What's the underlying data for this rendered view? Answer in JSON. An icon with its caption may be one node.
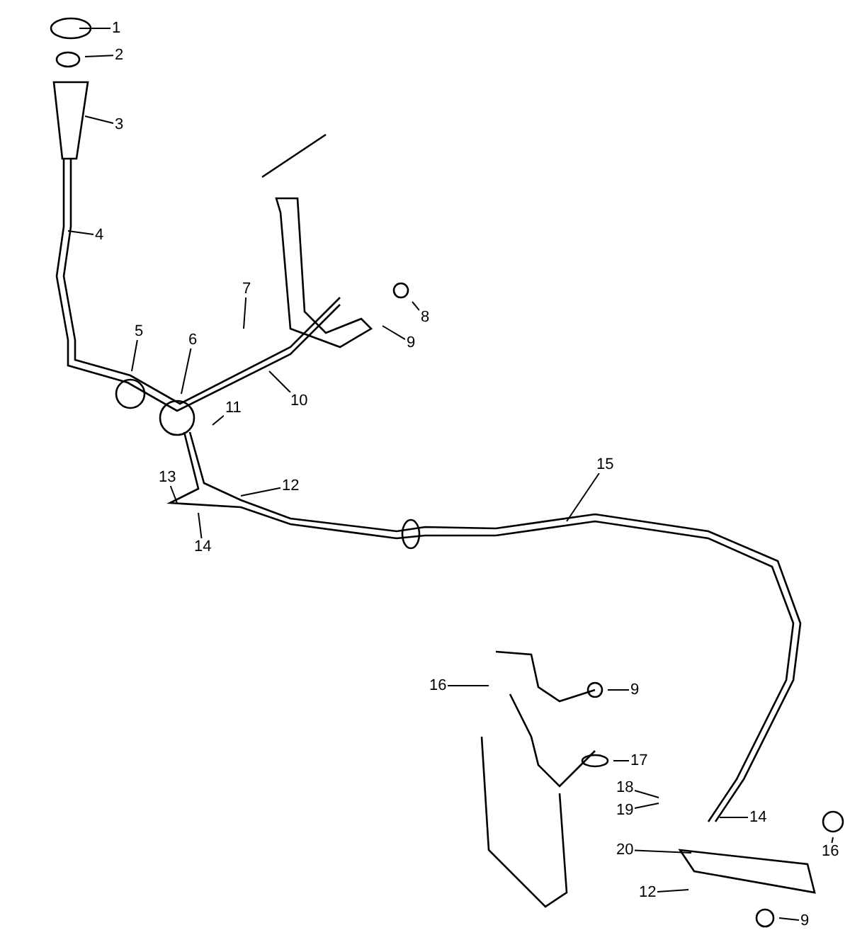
{
  "diagram": {
    "nodes": [
      {
        "text": [
          "1"
        ]
      },
      {
        "text": [
          "2"
        ]
      },
      {
        "text": [
          "3"
        ]
      },
      {
        "text": [
          "4"
        ]
      },
      {
        "text": [
          "5"
        ]
      },
      {
        "text": [
          "6"
        ]
      },
      {
        "text": [
          "7"
        ]
      },
      {
        "text": [
          "8"
        ]
      },
      {
        "text": [
          "9"
        ]
      },
      {
        "text": [
          "10"
        ]
      },
      {
        "text": [
          "11"
        ]
      },
      {
        "text": [
          "12"
        ]
      },
      {
        "text": [
          "13"
        ]
      },
      {
        "text": [
          "14"
        ]
      },
      {
        "text": [
          "15"
        ]
      },
      {
        "text": [
          "16"
        ]
      },
      {
        "text": [
          "9"
        ]
      },
      {
        "text": [
          "17"
        ]
      },
      {
        "text": [
          "18"
        ]
      },
      {
        "text": [
          "19"
        ]
      },
      {
        "text": [
          "14"
        ]
      },
      {
        "text": [
          "16"
        ]
      },
      {
        "text": [
          "20"
        ]
      },
      {
        "text": [
          "12"
        ]
      },
      {
        "text": [
          "9"
        ]
      }
    ],
    "edges": [
      {
        "from": 0,
        "to": null,
        "arrow": "none"
      },
      {
        "from": 1,
        "to": null,
        "arrow": "none"
      },
      {
        "from": 2,
        "to": null,
        "arrow": "none"
      },
      {
        "from": 3,
        "to": null,
        "arrow": "none"
      },
      {
        "from": 4,
        "to": null,
        "arrow": "none"
      },
      {
        "from": 5,
        "to": null,
        "arrow": "none"
      },
      {
        "from": 6,
        "to": null,
        "arrow": "none"
      },
      {
        "from": 7,
        "to": null,
        "arrow": "none"
      },
      {
        "from": 8,
        "to": null,
        "arrow": "none"
      },
      {
        "from": 9,
        "to": null,
        "arrow": "none"
      },
      {
        "from": 10,
        "to": null,
        "arrow": "none"
      },
      {
        "from": 11,
        "to": null,
        "arrow": "none"
      },
      {
        "from": 12,
        "to": null,
        "arrow": "none"
      },
      {
        "from": 13,
        "to": null,
        "arrow": "none"
      },
      {
        "from": 14,
        "to": null,
        "arrow": "none"
      },
      {
        "from": 15,
        "to": null,
        "arrow": "none"
      },
      {
        "from": 16,
        "to": null,
        "arrow": "none"
      },
      {
        "from": 17,
        "to": null,
        "arrow": "none"
      },
      {
        "from": 18,
        "to": null,
        "arrow": "none"
      },
      {
        "from": 19,
        "to": null,
        "arrow": "none"
      },
      {
        "from": 20,
        "to": null,
        "arrow": "none"
      },
      {
        "from": 21,
        "to": null,
        "arrow": "none"
      },
      {
        "from": 22,
        "to": null,
        "arrow": "none"
      },
      {
        "from": 23,
        "to": null,
        "arrow": "none"
      },
      {
        "from": 24,
        "to": null,
        "arrow": "none"
      }
    ]
  }
}
